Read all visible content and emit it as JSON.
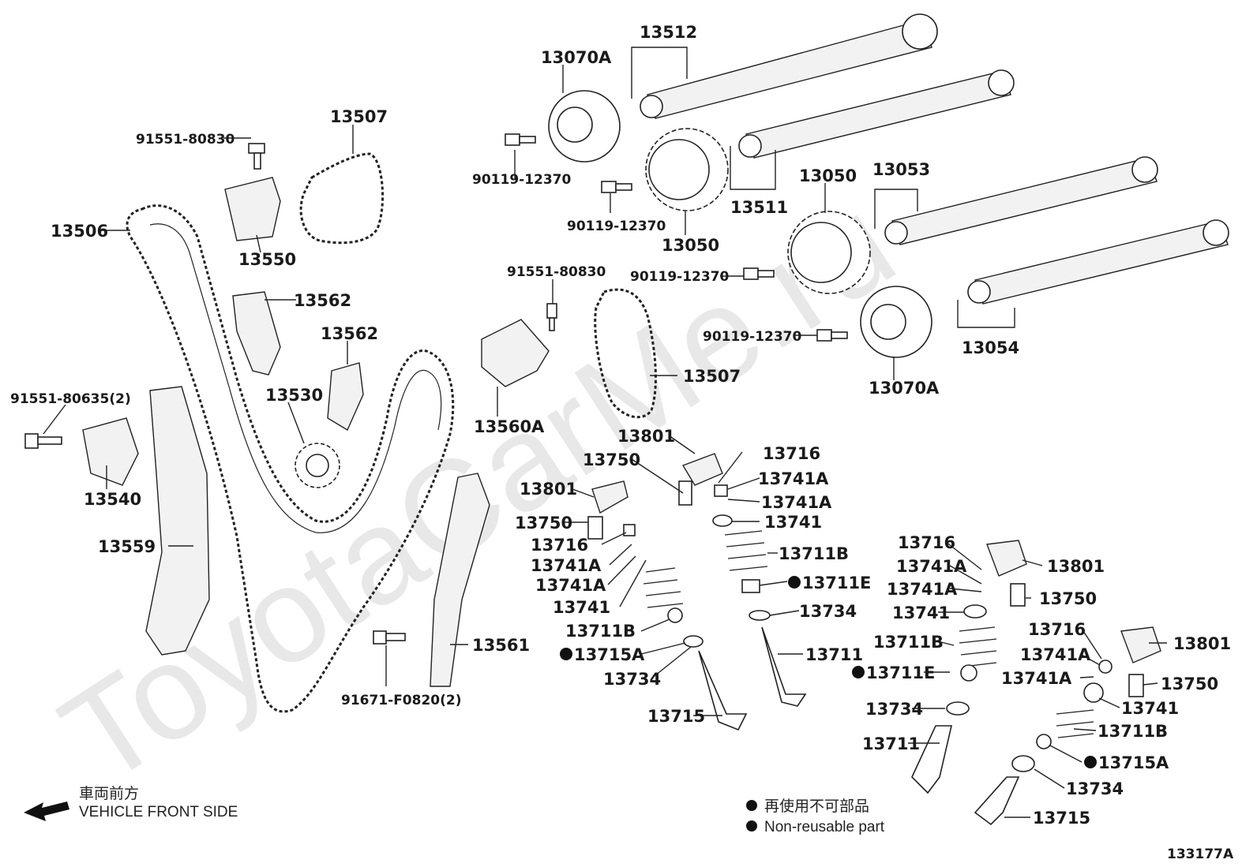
{
  "watermark": "ToyotaCarMe.ru",
  "direction": {
    "line1": "車両前方",
    "line2": "VEHICLE FRONT SIDE"
  },
  "legend": {
    "ja": "再使用不可部品",
    "en": "Non-reusable part"
  },
  "diagram_code": "133177A",
  "labels": [
    "13512",
    "13070A",
    "13507",
    "91551-80830",
    "90119-12370",
    "90119-12370",
    "13511",
    "13050",
    "13053",
    "13050",
    "13506",
    "13550",
    "90119-12370",
    "13054",
    "90119-12370",
    "91551-80830",
    "13070A",
    "13562",
    "13562",
    "13507",
    "13530",
    "91551-80635(2)",
    "13560A",
    "13801",
    "13540",
    "13750",
    "13716",
    "13801",
    "13741A",
    "13741A",
    "13750",
    "13741",
    "13716",
    "13559",
    "13711B",
    "13741A",
    "13741A",
    "13711E",
    "13741",
    "13716",
    "13741A",
    "13801",
    "13741A",
    "13750",
    "13734",
    "13711B",
    "13741",
    "13715A",
    "13711",
    "13561",
    "13734",
    "13711B",
    "13716",
    "13711E",
    "13801",
    "13741A",
    "13741A",
    "13750",
    "91671-F0820(2)",
    "13715",
    "13741",
    "13734",
    "13711B",
    "13711",
    "13715A",
    "13734",
    "13715"
  ]
}
